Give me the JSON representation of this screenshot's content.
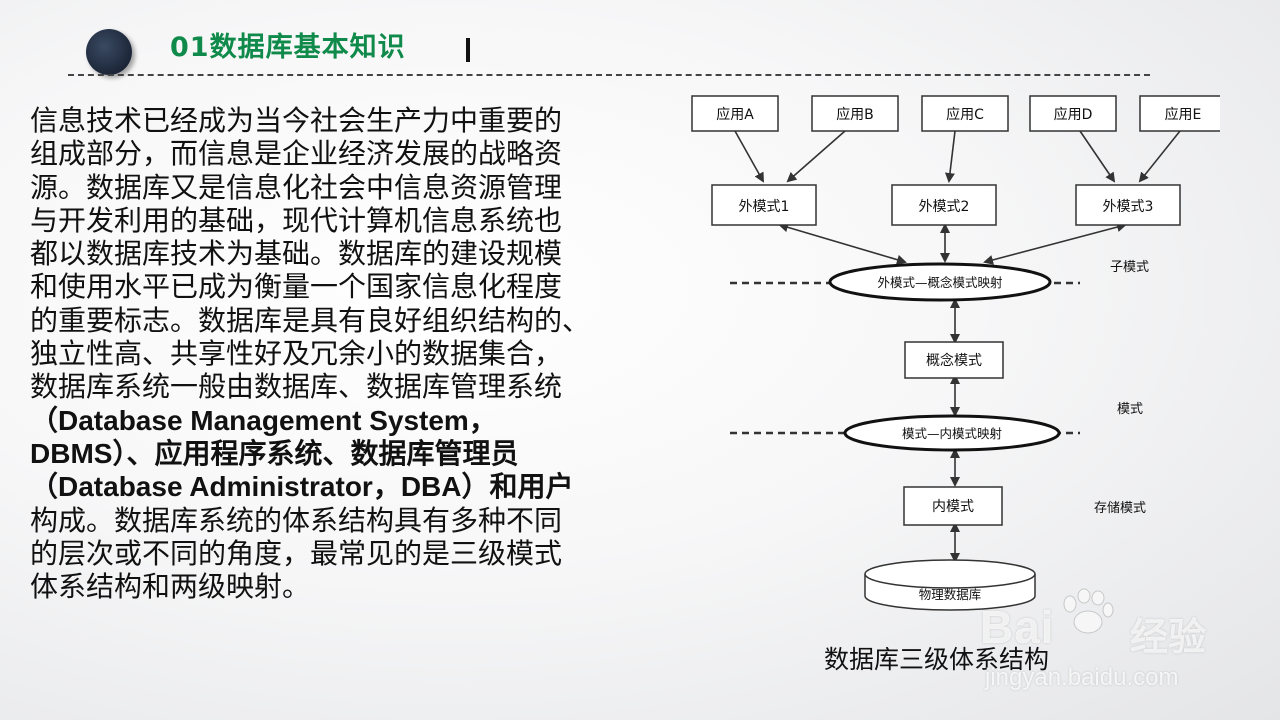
{
  "header": {
    "title": "01数据库基本知识"
  },
  "body": {
    "lines": [
      "信息技术已经成为当今社会生产力中重要的",
      "组成部分，而信息是企业经济发展的战略资",
      "源。数据库又是信息化社会中信息资源管理",
      "与开发利用的基础，现代计算机信息系统也",
      "都以数据库技术为基础。数据库的建设规模",
      "和使用水平已成为衡量一个国家信息化程度",
      "的重要标志。数据库是具有良好组织结构的、",
      "独立性高、共享性好及冗余小的数据集合，",
      "数据库系统一般由数据库、数据库管理系统",
      "（Database Management System，",
      "DBMS）、应用程序系统、数据库管理员",
      "（Database Administrator，DBA）和用户",
      "构成。数据库系统的体系结构具有多种不同",
      "的层次或不同的角度，最常见的是三级模式",
      "体系结构和两级映射。"
    ]
  },
  "diagram": {
    "apps": [
      "应用A",
      "应用B",
      "应用C",
      "应用D",
      "应用E"
    ],
    "external_schemas": [
      "外模式1",
      "外模式2",
      "外模式3"
    ],
    "mapping_ext_conceptual": "外模式—概念模式映射",
    "conceptual_schema": "概念模式",
    "mapping_conceptual_internal": "模式—内模式映射",
    "internal_schema": "内模式",
    "physical_db": "物理数据库",
    "level_labels": [
      "子模式",
      "模式",
      "存储模式"
    ]
  },
  "caption": "数据库三级体系结构",
  "watermark": {
    "brand": "Bai",
    "brand_suffix": "经验",
    "url": "jingyan.baidu.com"
  }
}
